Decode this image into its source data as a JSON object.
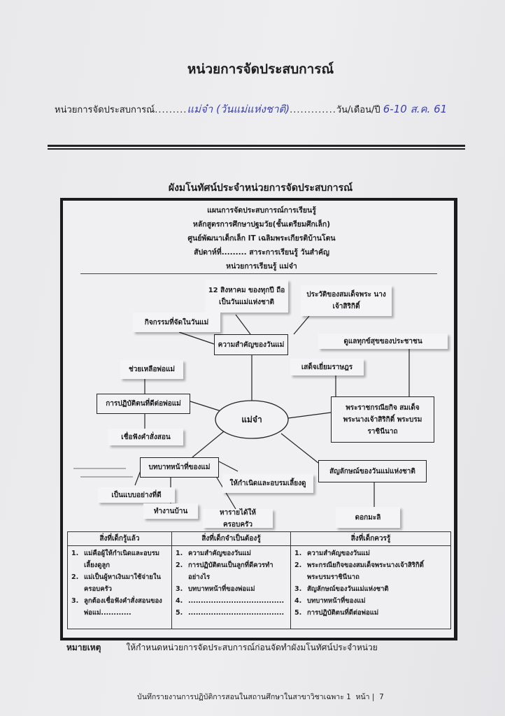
{
  "header": {
    "title": "หน่วยการจัดประสบการณ์",
    "unit_label": "หน่วยการจัดประสบการณ์",
    "unit_value": "แม่จ๋า (วันแม่แห่งชาติ)",
    "date_label": "วัน/เดือน/ปี",
    "date_value": "6-10 ส.ค. 61"
  },
  "concept_title": "ผังมโนทัศน์ประจำหน่วยการจัดประสบการณ์",
  "plan_header": [
    "แผนการจัดประสบการณ์การเรียนรู้",
    "หลักสูตรการศึกษาปฐมวัย(ชั้นเตรียมศึกเล็ก)",
    "ศูนย์พัฒนาเด็กเล็ก IT เฉลิมพระเกียรติบ้านโตน",
    "สัปดาห์ที่......... สาระการเรียนรู้   วันสำคัญ",
    "หน่วยการเรียนรู้ แม่จ๋า"
  ],
  "mindmap": {
    "center": "แม่จ๋า",
    "importance": "ความสำคัญของวันแม่",
    "aug12": "12 สิงหาคม  ของทุกปี ถือเป็นวันแม่แห่งชาติ",
    "history": "ประวัติของสมเด็จพระ นางเจ้าสิริกิติ์",
    "activities": "กิจกรรมที่จัดในวันแม่",
    "royal_duties": "พระราชกรณียกิจ สมเด็จพระนางเจ้าสิริกิติ์ พระบรมราชินีนาถ",
    "care_people": "ดูแลทุกข์สุขของประชาชน",
    "visit_people": "เสด็จเยี่ยมราษฎร",
    "good_conduct": "การปฏิบัติตนที่ดีต่อพ่อแม่",
    "help_parents": "ช่วยเหลือพ่อแม่",
    "obey": "เชื่อฟังคำสั่งสอน",
    "mother_roles": "บทบาทหน้าที่ของแม่",
    "give_birth": "ให้กำเนิดและอบรมเลี้ยงดู",
    "role_model": "เป็นแบบอย่างที่ดี",
    "housework": "ทำงานบ้าน",
    "earn_income": "หารายได้ให้ครอบครัว",
    "symbol": "สัญลักษณ์ของวันแม่แห่งชาติ",
    "jasmine": "ดอกมะลิ"
  },
  "table": {
    "columns": [
      {
        "header": "สิ่งที่เด็กรู้แล้ว",
        "items": [
          {
            "n": "1.",
            "text": "แม่คือผู้ให้กำเนิดและอบรมเลี้ยงดูลูก"
          },
          {
            "n": "2.",
            "text": "แม่เป็นผู้หาเงินมาใช้จ่ายในครอบครัว"
          },
          {
            "n": "3.",
            "text": "ลูกต้องเชื่อฟังคำสั่งสอนของพ่อแม่............"
          }
        ]
      },
      {
        "header": "สิ่งที่เด็กจำเป็นต้องรู้",
        "items": [
          {
            "n": "1.",
            "text": "ความสำคัญของวันแม่"
          },
          {
            "n": "2.",
            "text": "การปฏิบัติตนเป็นลูกที่ดีควรทำอย่างไร"
          },
          {
            "n": "3.",
            "text": "บทบาทหน้าที่ของพ่อแม่"
          },
          {
            "n": "4.",
            "text": "......................................"
          },
          {
            "n": "5.",
            "text": "......................................"
          }
        ]
      },
      {
        "header": "สิ่งที่เด็กควรรู้",
        "items": [
          {
            "n": "1.",
            "text": "ความสำคัญของวันแม่"
          },
          {
            "n": "2.",
            "text": "พระกรณียกิจของสมเด็จพระนางเจ้าสิริกิติ์ พระบรมราชินีนาถ"
          },
          {
            "n": "3.",
            "text": "สัญลักษณ์ของวันแม่แห่งชาติ"
          },
          {
            "n": "4.",
            "text": "บทบาทหน้าที่ของแม่"
          },
          {
            "n": "5.",
            "text": "การปฏิบัติตนที่ดีต่อพ่อแม่"
          }
        ]
      }
    ]
  },
  "note": {
    "label": "หมายเหตุ",
    "text": "ให้กำหนดหน่วยการจัดประสบการณ์ก่อนจัดทำผังมโนทัศน์ประจำหน่วย"
  },
  "footer": {
    "text": "บันทึกรายงานการปฏิบัติการสอนในสถานศึกษาในสาขาวิชาเฉพาะ 1",
    "page_label": "หน้า",
    "page_number": "7"
  }
}
